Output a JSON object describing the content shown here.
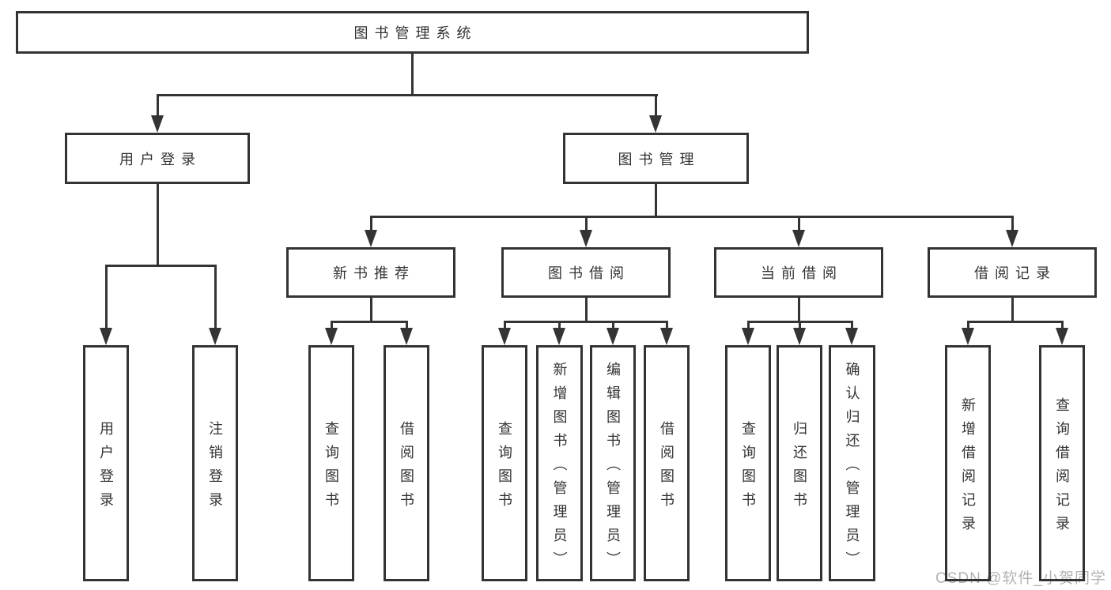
{
  "tree": {
    "root": {
      "label": "图书管理系统"
    },
    "level2": [
      {
        "label": "用户登录",
        "parent": "图书管理系统"
      },
      {
        "label": "图书管理",
        "parent": "图书管理系统"
      }
    ],
    "level3": [
      {
        "label": "新书推荐",
        "parent": "图书管理"
      },
      {
        "label": "图书借阅",
        "parent": "图书管理"
      },
      {
        "label": "当前借阅",
        "parent": "图书管理"
      },
      {
        "label": "借阅记录",
        "parent": "图书管理"
      }
    ],
    "leaves": [
      {
        "label": "用户登录",
        "parent": "用户登录"
      },
      {
        "label": "注销登录",
        "parent": "用户登录"
      },
      {
        "label": "查询图书",
        "parent": "新书推荐"
      },
      {
        "label": "借阅图书",
        "parent": "新书推荐"
      },
      {
        "label": "查询图书",
        "parent": "图书借阅"
      },
      {
        "label": "新增图书（管理员）",
        "parent": "图书借阅"
      },
      {
        "label": "编辑图书（管理员）",
        "parent": "图书借阅"
      },
      {
        "label": "借阅图书",
        "parent": "图书借阅"
      },
      {
        "label": "查询图书",
        "parent": "当前借阅"
      },
      {
        "label": "归还图书",
        "parent": "当前借阅"
      },
      {
        "label": "确认归还（管理员）",
        "parent": "当前借阅"
      },
      {
        "label": "新增借阅记录",
        "parent": "借阅记录"
      },
      {
        "label": "查询借阅记录",
        "parent": "借阅记录"
      }
    ]
  },
  "watermark": {
    "text": "CSDN @软件_小贺同学"
  },
  "colors": {
    "line": "#343434",
    "box_border": "#333333",
    "text": "#333333",
    "background": "#ffffff",
    "watermark": "#b3b3b3"
  }
}
